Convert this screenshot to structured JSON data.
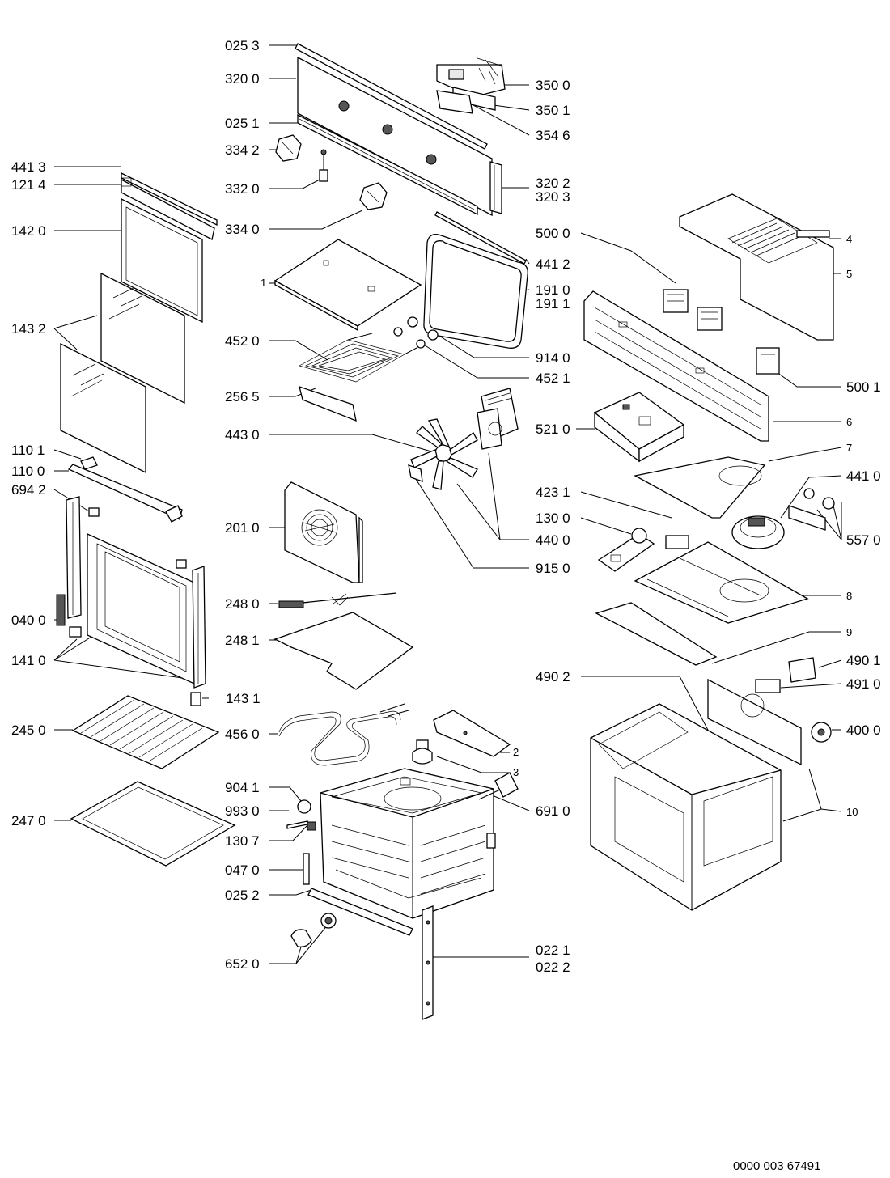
{
  "labels": {
    "l0253": "025 3",
    "l3200": "320 0",
    "l0251": "025 1",
    "l3342": "334 2",
    "l3320": "332 0",
    "l3340": "334 0",
    "l1": "1",
    "l4520": "452 0",
    "l2565": "256 5",
    "l4430": "443 0",
    "l2010": "201 0",
    "l2480": "248 0",
    "l2481": "248 1",
    "l4560": "456 0",
    "l9041": "904 1",
    "l9930": "993 0",
    "l1307": "130 7",
    "l0470": "047 0",
    "l0252": "025 2",
    "l6520": "652 0",
    "l3500": "350 0",
    "l3501": "350 1",
    "l3546": "354 6",
    "l3202": "320 2",
    "l3203": "320 3",
    "l4412": "441 2",
    "l1910": "191 0",
    "l1911": "191 1",
    "l9140": "914 0",
    "l4521": "452 1",
    "l4400": "440 0",
    "l9150": "915 0",
    "l2": "2",
    "l3": "3",
    "l6910": "691 0",
    "l0221": "022 1",
    "l0222": "022 2",
    "l4413": "441 3",
    "l1214": "121 4",
    "l1420": "142 0",
    "l1432": "143 2",
    "l1101": "110 1",
    "l1100": "110 0",
    "l6942": "694 2",
    "l0400": "040 0",
    "l1410": "141 0",
    "l1431": "143 1",
    "l2450": "245 0",
    "l2470": "247 0",
    "l5000": "500 0",
    "l4": "4",
    "l5": "5",
    "l5001": "500 1",
    "l5210": "521 0",
    "l6": "6",
    "l7": "7",
    "l4410": "441 0",
    "l4231": "423 1",
    "l1300": "130 0",
    "l5570": "557 0",
    "l8": "8",
    "l9": "9",
    "l4901": "490 1",
    "l4902": "490 2",
    "l4910": "491 0",
    "l4000": "400 0",
    "l10": "10"
  },
  "reference": "0000 003 67491"
}
